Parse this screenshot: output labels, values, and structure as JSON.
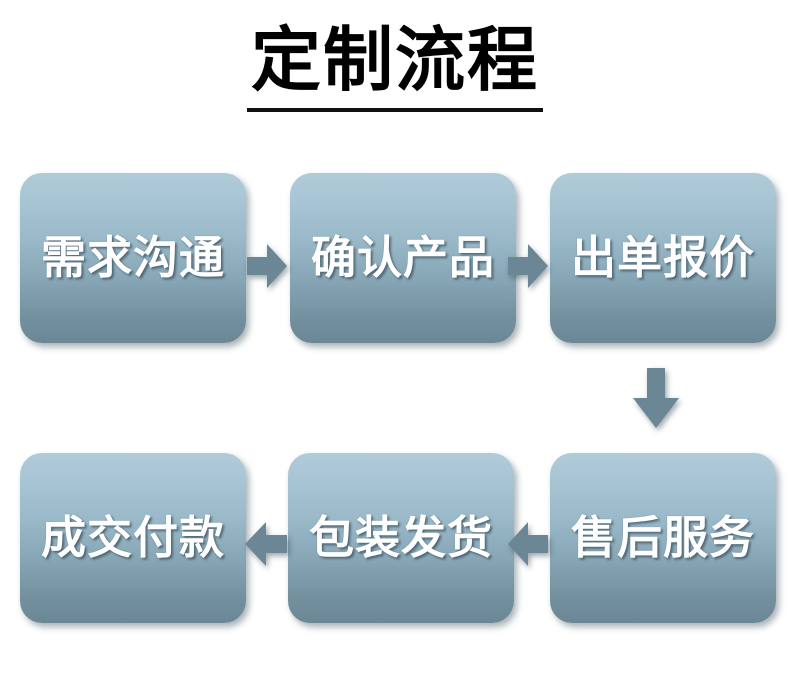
{
  "title": {
    "text": "定制流程",
    "underlined": true
  },
  "theme": {
    "background": "#ffffff",
    "box_gradient_top": "#b0cbd8",
    "box_gradient_bottom": "#6b8795",
    "box_label_color": "#ffffff",
    "arrow_color": "#6b8795",
    "title_color": "#000000"
  },
  "flow": {
    "steps": [
      {
        "id": "step-1",
        "label": "需求沟通",
        "row": 1,
        "column": 1
      },
      {
        "id": "step-2",
        "label": "确认产品",
        "row": 1,
        "column": 2
      },
      {
        "id": "step-3",
        "label": "出单报价",
        "row": 1,
        "column": 3
      },
      {
        "id": "step-4",
        "label": "售后服务",
        "row": 2,
        "column": 3
      },
      {
        "id": "step-5",
        "label": "包装发货",
        "row": 2,
        "column": 2
      },
      {
        "id": "step-6",
        "label": "成交付款",
        "row": 2,
        "column": 1
      }
    ],
    "connectors": [
      {
        "id": "connector-1",
        "from": "step-1",
        "to": "step-2",
        "direction": "right"
      },
      {
        "id": "connector-2",
        "from": "step-2",
        "to": "step-3",
        "direction": "right"
      },
      {
        "id": "connector-3",
        "from": "step-3",
        "to": "step-4",
        "direction": "down"
      },
      {
        "id": "connector-4",
        "from": "step-4",
        "to": "step-5",
        "direction": "left"
      },
      {
        "id": "connector-5",
        "from": "step-5",
        "to": "step-6",
        "direction": "left"
      }
    ]
  }
}
